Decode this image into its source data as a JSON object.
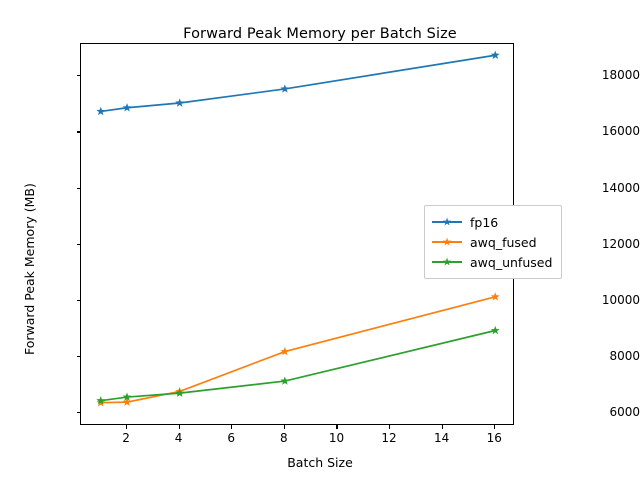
{
  "chart_data": {
    "type": "line",
    "title": "Forward Peak Memory per Batch Size",
    "xlabel": "Batch Size",
    "ylabel": "Forward Peak Memory (MB)",
    "x": [
      1,
      2,
      4,
      8,
      16
    ],
    "xlim": [
      0.25,
      16.75
    ],
    "ylim": [
      5550,
      19150
    ],
    "xticks": [
      2,
      4,
      6,
      8,
      10,
      12,
      14,
      16
    ],
    "xtick_labels": [
      "2",
      "4",
      "6",
      "8",
      "10",
      "12",
      "14",
      "16"
    ],
    "yticks": [
      6000,
      8000,
      10000,
      12000,
      14000,
      16000,
      18000
    ],
    "ytick_labels": [
      "6000",
      "8000",
      "10000",
      "12000",
      "14000",
      "16000",
      "18000"
    ],
    "grid": false,
    "legend_position": "center right",
    "marker": "star",
    "series": [
      {
        "name": "fp16",
        "color": "#1f77b4",
        "values": [
          16750,
          16880,
          17050,
          17550,
          18750
        ]
      },
      {
        "name": "awq_fused",
        "color": "#ff7f0e",
        "values": [
          6380,
          6400,
          6780,
          8200,
          10150
        ]
      },
      {
        "name": "awq_unfused",
        "color": "#2ca02c",
        "values": [
          6450,
          6580,
          6720,
          7150,
          8950
        ]
      }
    ]
  }
}
